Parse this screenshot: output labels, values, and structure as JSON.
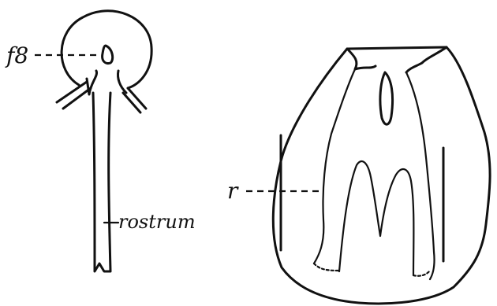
{
  "labels": {
    "f8": "f8",
    "rostrum": "rostrum",
    "r": "r"
  }
}
